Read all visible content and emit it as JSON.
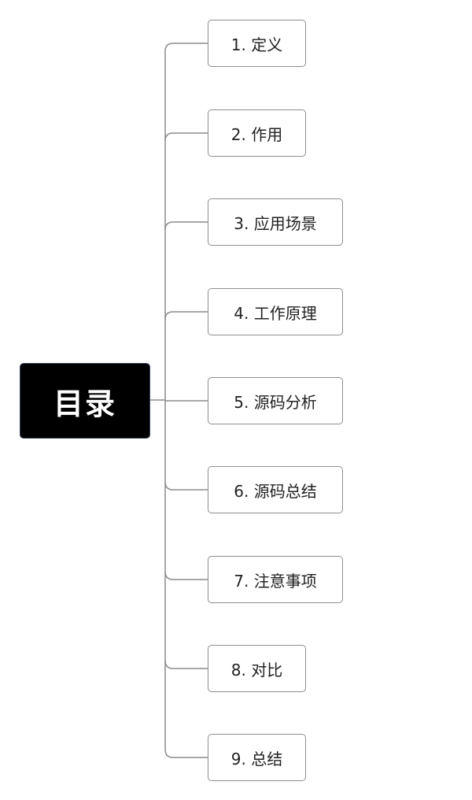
{
  "root": {
    "label": "目录"
  },
  "items": [
    {
      "label": "1. 定义"
    },
    {
      "label": "2. 作用"
    },
    {
      "label": "3. 应用场景"
    },
    {
      "label": "4. 工作原理"
    },
    {
      "label": "5. 源码分析"
    },
    {
      "label": "6. 源码总结"
    },
    {
      "label": "7. 注意事项"
    },
    {
      "label": "8. 对比"
    },
    {
      "label": "9. 总结"
    }
  ],
  "colors": {
    "root_fill": "#000000",
    "root_text": "#ffffff",
    "node_border": "#8e8e8e",
    "connector": "#8c8c8c"
  }
}
